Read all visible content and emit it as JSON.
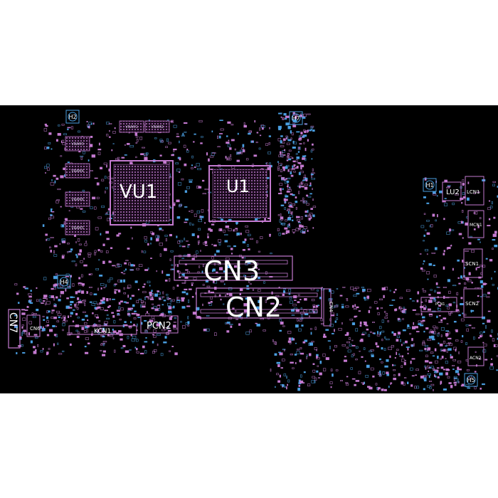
{
  "colors": {
    "background": "#ffffff",
    "board": "#000000",
    "silkscreen": "#c47ad0",
    "pad": "#4a9ee0",
    "label": "#ffffff"
  },
  "labels": {
    "vu1": "VU1",
    "u1": "U1",
    "cn3": "CN3",
    "cn2": "CN2",
    "cn7": "CN7",
    "pcn2": "PCN2",
    "kcn1": "KCN1",
    "cn4": "CN4",
    "cn6": "CN6",
    "lu2": "LU2",
    "lcn1": "LCN1",
    "mcn1": "MCN1",
    "scn1": "SCN1",
    "scn2": "SCN2",
    "acn2": "ACN2",
    "pcn1": "PCN1",
    "h1": "H1",
    "h2": "H2",
    "h4": "H4",
    "h5": "H5",
    "h7": "H7",
    "vram1": "VRAM1",
    "vram2": "VRAM2",
    "vram3": "VRAM3",
    "vram4": "VRAM4",
    "vram5": "VRAM5",
    "vram6": "VRAM6"
  }
}
